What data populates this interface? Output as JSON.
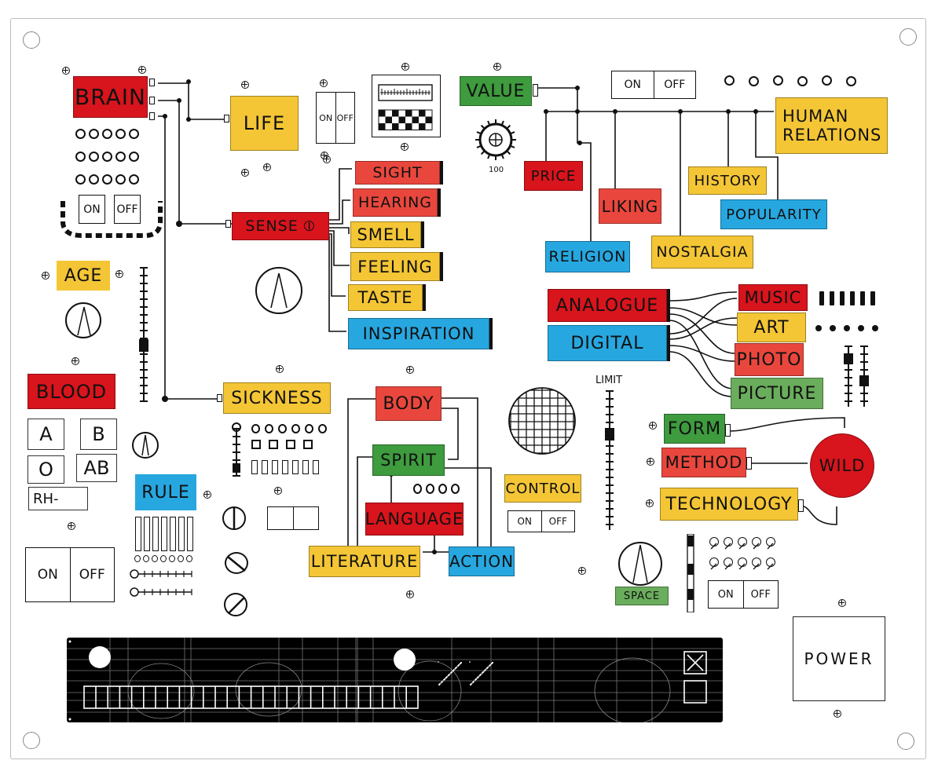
{
  "panel": {
    "labels": {
      "brain": "BRAIN",
      "life": "LIFE",
      "sense": "SENSE ⦶",
      "sight": "SIGHT",
      "hearing": "HEARING",
      "smell": "SMELL",
      "feeling": "FEELING",
      "taste": "TASTE",
      "inspiration": "INSPIRATION",
      "value": "VALUE",
      "price": "PRICE",
      "liking": "LIKING",
      "religion": "RELIGION",
      "nostalgia": "NOSTALGIA",
      "history": "HISTORY",
      "popularity": "POPULARITY",
      "human_relations_line1": "HUMAN",
      "human_relations_line2": "RELATIONS",
      "age": "AGE",
      "blood": "BLOOD",
      "rule": "RULE",
      "sickness": "SICKNESS",
      "body": "BODY",
      "spirit": "SPIRIT",
      "language": "LANGUAGE",
      "literature": "LITERATURE",
      "action": "ACTION",
      "control": "CONTROL",
      "analogue": "ANALOGUE",
      "digital": "DIGITAL",
      "music": "MUSIC",
      "art": "ART",
      "photo": "PHOTO",
      "picture": "PICTURE",
      "form": "FORM",
      "method": "METHOD",
      "technology": "TECHNOLOGY",
      "wild": "WILD",
      "space": "SPACE",
      "limit": "LIMIT",
      "power": "POWER",
      "dial_value": "100"
    },
    "blood_types": [
      "A",
      "B",
      "O",
      "AB",
      "RH-"
    ],
    "switches": {
      "on": "ON",
      "off": "OFF"
    },
    "colors": {
      "red": "#d8141c",
      "yellow": "#f4c636",
      "green": "#3e9b3e",
      "blue": "#27a7e0",
      "ink": "#111111",
      "strip": "#000000"
    }
  }
}
